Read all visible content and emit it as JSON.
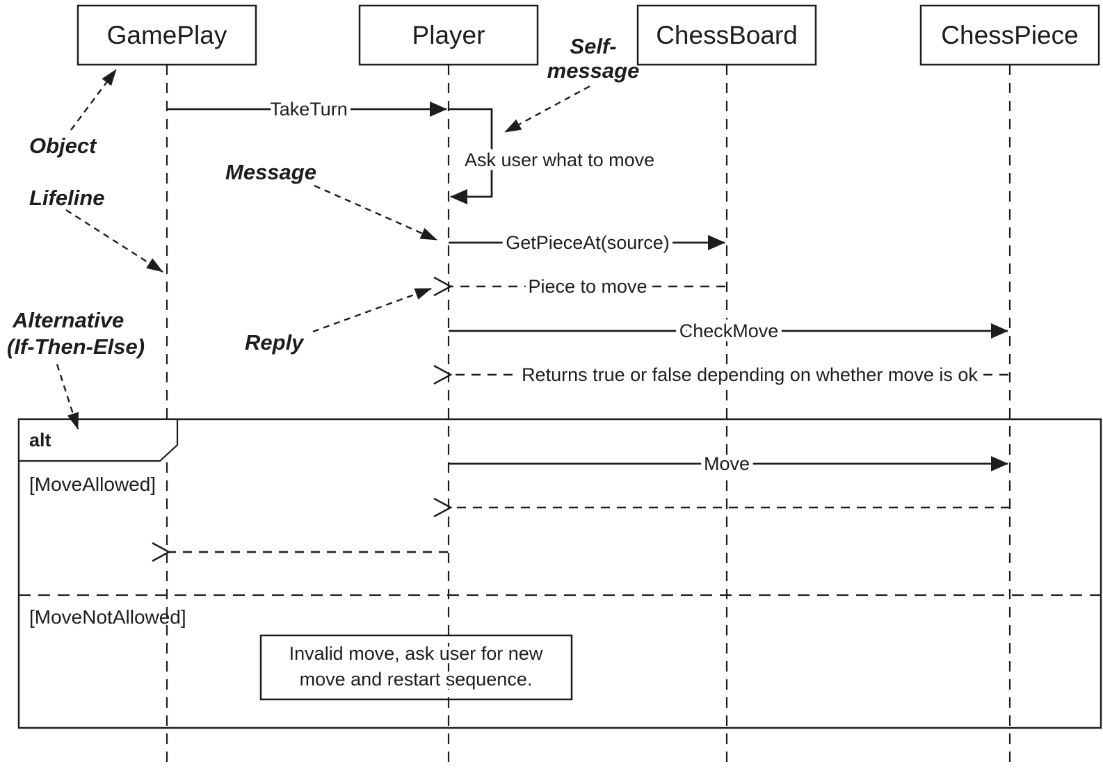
{
  "colors": {
    "ink": "#1d1d1d",
    "background": "#ffffff"
  },
  "objects": [
    {
      "label": "GamePlay"
    },
    {
      "label": "Player"
    },
    {
      "label": "ChessBoard"
    },
    {
      "label": "ChessPiece"
    }
  ],
  "messages": {
    "take_turn": {
      "label": "TakeTurn"
    },
    "self_message": {
      "label": "Ask user what to move"
    },
    "get_piece_at": {
      "label": "GetPieceAt(source)"
    },
    "piece_to_move": {
      "label": "Piece to move"
    },
    "check_move": {
      "label": "CheckMove"
    },
    "check_move_reply": {
      "label": "Returns true or false depending on whether move is ok"
    },
    "move": {
      "label": "Move"
    }
  },
  "alt_frame": {
    "operator": "alt",
    "guards": {
      "allowed": "[MoveAllowed]",
      "not_allowed": "[MoveNotAllowed]"
    },
    "note": {
      "line1": "Invalid move, ask user for new",
      "line2": "move and restart sequence."
    }
  },
  "annotations": {
    "object": "Object",
    "lifeline": "Lifeline",
    "message": "Message",
    "reply": "Reply",
    "self_message": {
      "line1": "Self-",
      "line2": "message"
    },
    "alternative": {
      "line1": "Alternative",
      "line2": "(If-Then-Else)"
    }
  }
}
